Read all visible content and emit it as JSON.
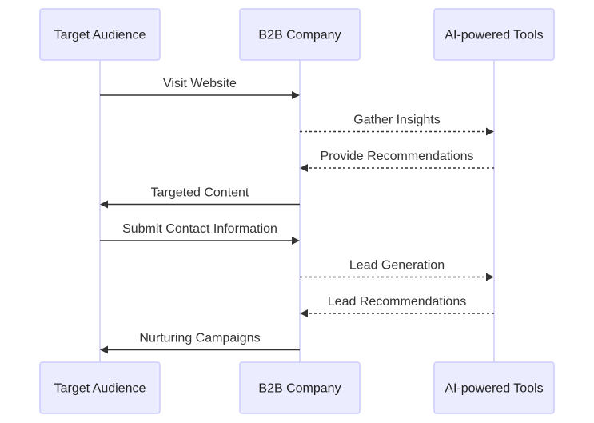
{
  "participants": [
    {
      "id": "audience",
      "label": "Target Audience"
    },
    {
      "id": "company",
      "label": "B2B Company"
    },
    {
      "id": "tools",
      "label": "AI-powered Tools"
    }
  ],
  "messages": [
    {
      "from": "audience",
      "to": "company",
      "label": "Visit Website",
      "style": "solid"
    },
    {
      "from": "company",
      "to": "tools",
      "label": "Gather Insights",
      "style": "dashed"
    },
    {
      "from": "tools",
      "to": "company",
      "label": "Provide Recommendations",
      "style": "dashed"
    },
    {
      "from": "company",
      "to": "audience",
      "label": "Targeted Content",
      "style": "solid"
    },
    {
      "from": "audience",
      "to": "company",
      "label": "Submit Contact Information",
      "style": "solid"
    },
    {
      "from": "company",
      "to": "tools",
      "label": "Lead Generation",
      "style": "dashed"
    },
    {
      "from": "tools",
      "to": "company",
      "label": "Lead Recommendations",
      "style": "dashed"
    },
    {
      "from": "company",
      "to": "audience",
      "label": "Nurturing Campaigns",
      "style": "solid"
    }
  ]
}
